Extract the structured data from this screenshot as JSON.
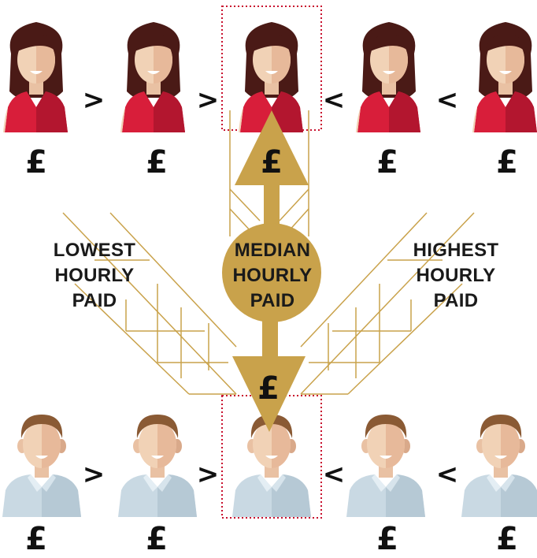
{
  "labels": {
    "lowest": [
      "LOWEST",
      "HOURLY",
      "PAID"
    ],
    "median": [
      "MEDIAN",
      "HOURLY",
      "PAID"
    ],
    "highest": [
      "HIGHEST",
      "HOURLY",
      "PAID"
    ]
  },
  "currency_symbol": "£",
  "comparators": {
    "greater": ">",
    "less": "<"
  },
  "colors": {
    "accent_gold": "#c9a24b",
    "median_box_border": "#c8102e",
    "woman_dress": "#d81e3a",
    "woman_hair": "#4a1a16",
    "man_shirt": "#c9d9e3",
    "man_hair": "#8a5a34",
    "skin": "#f1d2b6"
  }
}
